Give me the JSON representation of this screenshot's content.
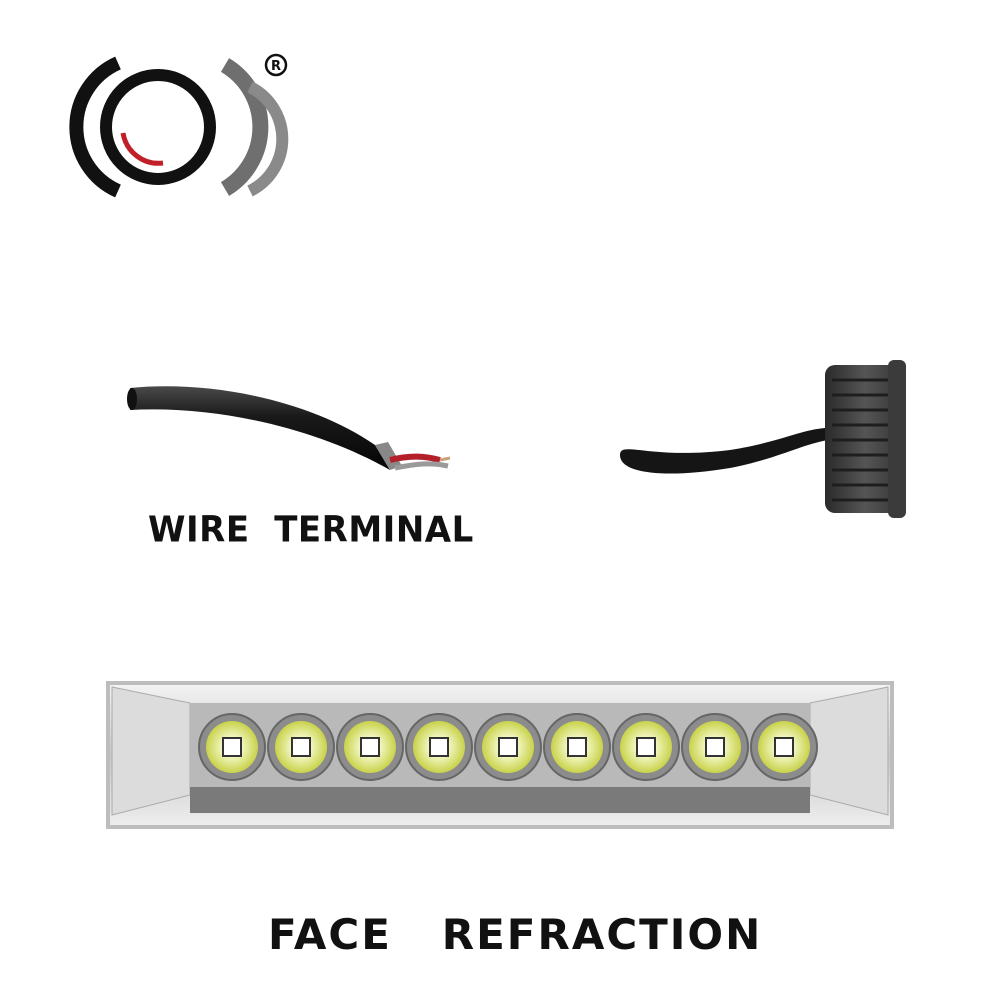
{
  "brand": {
    "logo_icon": "brand-logo",
    "registered_mark": "®",
    "colors": {
      "black": "#111111",
      "gray": "#6f6f6f",
      "red": "#c0202a"
    }
  },
  "captions": {
    "wire_terminal": "WIRE  TERMINAL",
    "face_refraction": "FACE   REFRACTION"
  },
  "lamp": {
    "led_count": 9,
    "led_color": "#e4f08a"
  }
}
